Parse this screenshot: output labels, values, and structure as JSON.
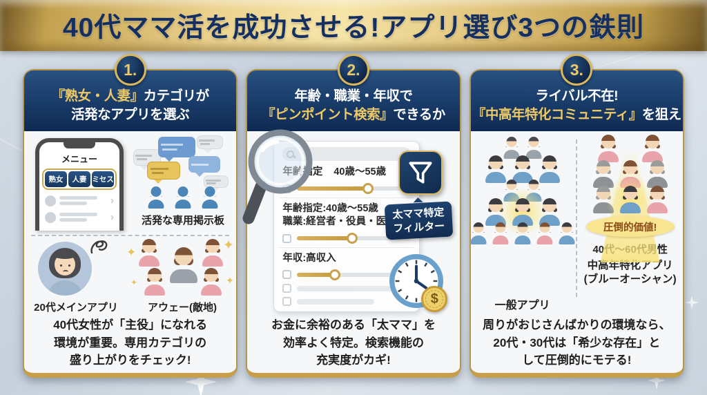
{
  "title": "40代ママ活を成功させる!アプリ選び3つの鉄則",
  "colors": {
    "banner_gold": "#e2c57c",
    "navy": "#13305c",
    "header_gold_text": "#ecc866",
    "card_border_gold": "#c79f4b",
    "highlight_yellow": "#f9e590",
    "slider_gold": "#c59a3f",
    "background": "#cfd8e2"
  },
  "icons": {
    "chevron_right": "›",
    "sparkle": "✦",
    "dollar": "$"
  },
  "card1": {
    "badge": "1.",
    "header_gold": "『熟女・人妻』",
    "header_rest": "カテゴリが",
    "header_line2": "活発なアプリを選ぶ",
    "phone": {
      "menu": "メニュー",
      "tabs": [
        "熟女",
        "人妻",
        "ミセス"
      ]
    },
    "board_caption": "活発な専用掲示板",
    "left_caption": "20代メインアプリ",
    "right_caption": "アウェー(敵地)",
    "bottom": "40代女性が「主役」になれる\n環境が重要。専用カテゴリの\n盛り上がりをチェック!"
  },
  "card2": {
    "badge": "2.",
    "header_line1": "年齢・職業・年収で",
    "header_gold": "『ピンポイント検索』",
    "header_rest": "できるか",
    "search": {
      "row1_label": "年齢指定",
      "row1_value": "40歳〜55歳",
      "row2_line1": "年齢指定:40歳〜55歳",
      "row2_line2": "職業:経営者・役員・医師等",
      "row3_label": "年収:高収入"
    },
    "filter_label": "太ママ特定\nフィルター",
    "bottom": "お金に余裕のある「太ママ」を\n効率よく特定。検索機能の\n充実度がカギ!"
  },
  "card3": {
    "badge": "3.",
    "header_line1": "ライバル不在!",
    "header_gold": "『中高年特化コミュニティ』",
    "header_rest": "を狙え",
    "left_caption": "一般アプリ",
    "value_badge": "圧倒的価値!",
    "right_caption1": "40代〜60代男性",
    "right_caption2": "中高年特化アプリ\n(ブルーオーシャン)",
    "bottom": "周りがおじさんばかりの環境なら、\n20代・30代は「希少な存在」と\nして圧倒的にモテる!"
  }
}
